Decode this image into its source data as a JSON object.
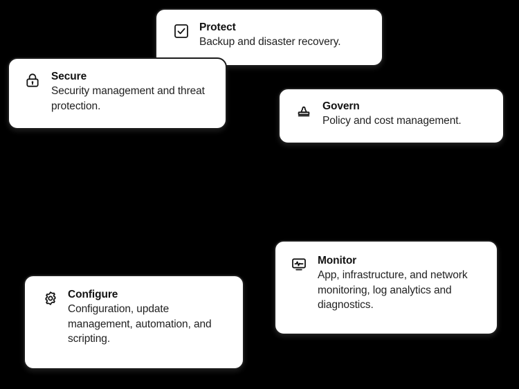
{
  "background_color": "#000000",
  "card_background": "#ffffff",
  "border_color": "#1b1b1b",
  "text_color": "#121212",
  "cards": [
    {
      "id": "protect",
      "icon": "checkbox-check-icon",
      "title": "Protect",
      "description": "Backup and disaster recovery."
    },
    {
      "id": "secure",
      "icon": "lock-icon",
      "title": "Secure",
      "description": "Security management and threat protection."
    },
    {
      "id": "govern",
      "icon": "stamp-icon",
      "title": "Govern",
      "description": "Policy and cost management."
    },
    {
      "id": "monitor",
      "icon": "monitor-pulse-icon",
      "title": "Monitor",
      "description": "App, infrastructure, and network monitoring, log analytics and diagnostics."
    },
    {
      "id": "configure",
      "icon": "gear-icon",
      "title": "Configure",
      "description": "Configuration, update management, automation, and scripting."
    }
  ]
}
